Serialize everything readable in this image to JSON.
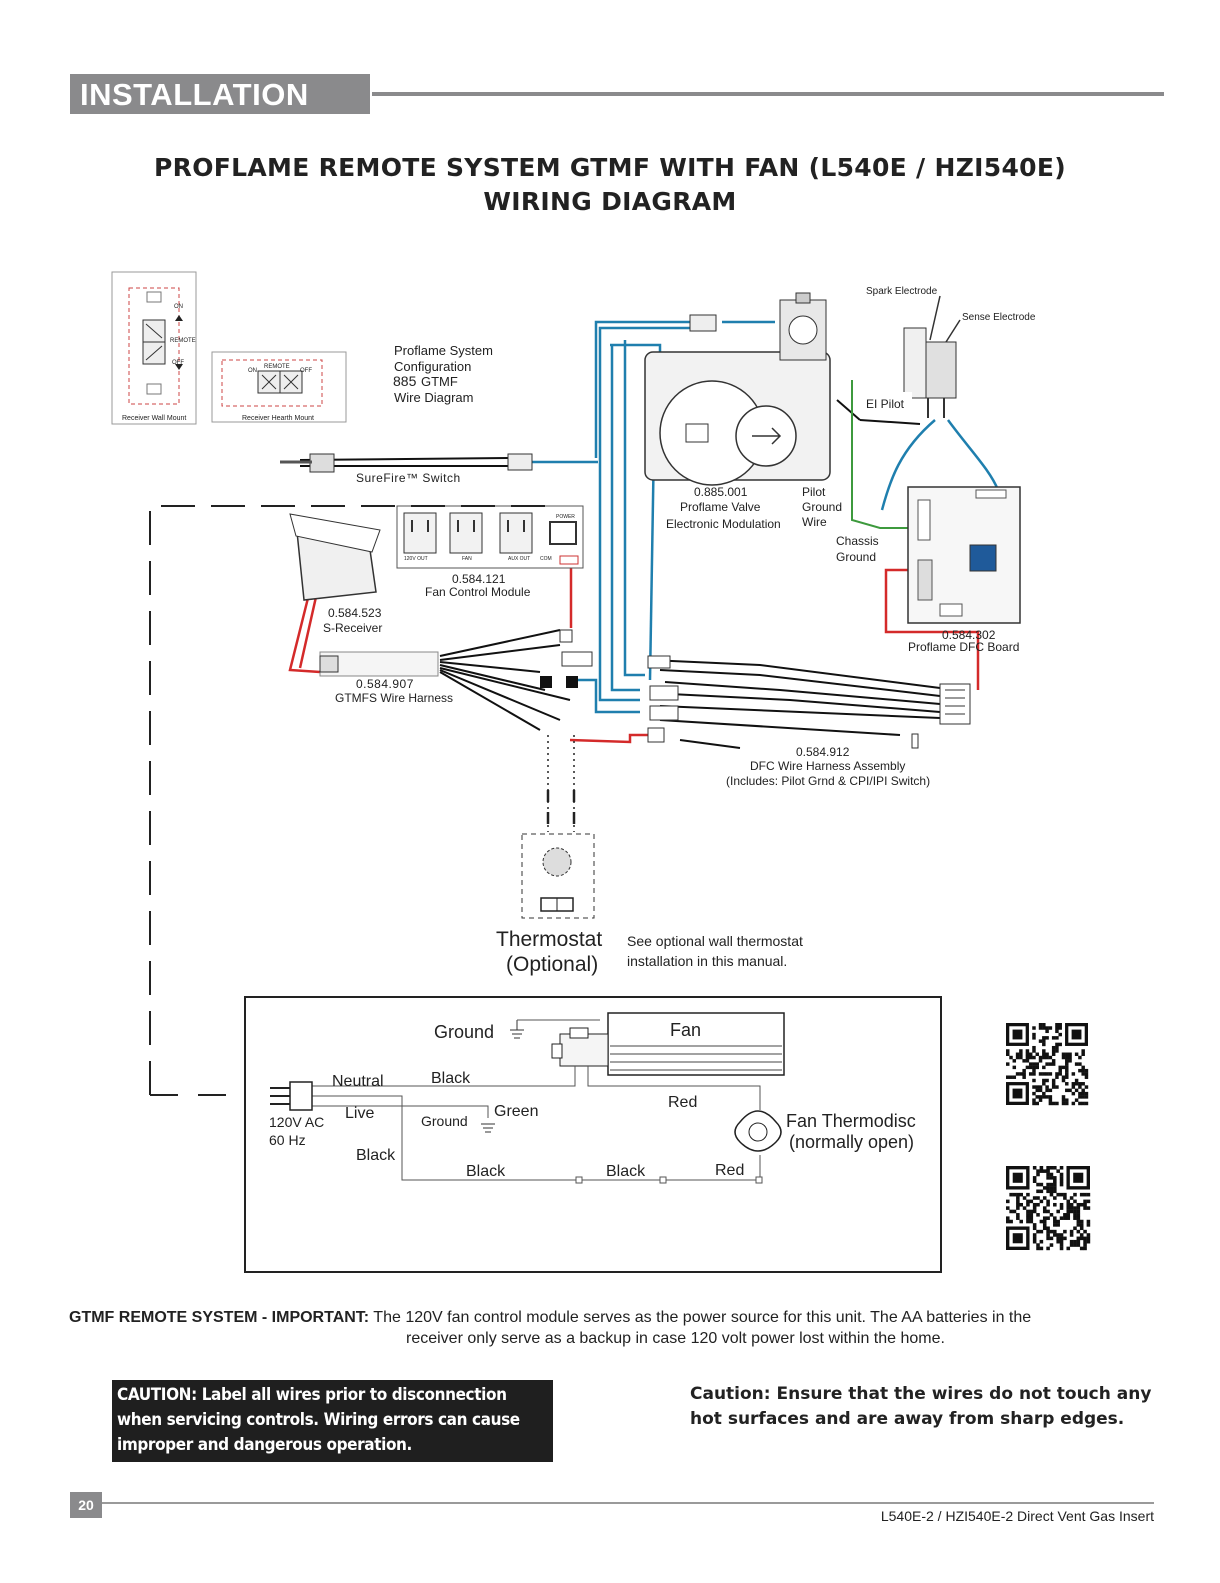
{
  "section": {
    "label": "INSTALLATION"
  },
  "title": {
    "line1": "PROFLAME REMOTE SYSTEM GTMF WITH FAN (L540E / HZI540E)",
    "line2": "WIRING DIAGRAM"
  },
  "diagram": {
    "receiver_wall": {
      "caption": "Receiver Wall Mount",
      "on": "ON",
      "remote": "REMOTE",
      "off": "OFF"
    },
    "receiver_hearth": {
      "caption": "Receiver Hearth Mount",
      "on": "ON",
      "remote": "REMOTE",
      "off": "OFF"
    },
    "config_note": {
      "l1": "Proflame System",
      "l2": "Configuration",
      "code": "885",
      "l3": "GTMF",
      "l4": "Wire Diagram"
    },
    "surefire": "SureFire™ Switch",
    "valve": {
      "part": "0.885.001",
      "name": "Proflame Valve",
      "desc": "Electronic Modulation"
    },
    "pilot_ground": {
      "l1": "Pilot",
      "l2": "Ground",
      "l3": "Wire"
    },
    "chassis_ground": {
      "l1": "Chassis",
      "l2": "Ground"
    },
    "spark_electrode": "Spark Electrode",
    "sense_electrode": "Sense Electrode",
    "ei_pilot": "EI Pilot",
    "fan_module": {
      "part": "0.584.121",
      "name": "Fan Control Module",
      "out120": "120V OUT",
      "fan": "FAN",
      "aux": "AUX OUT",
      "com": "COM",
      "power": "POWER"
    },
    "s_receiver": {
      "part": "0.584.523",
      "name": "S-Receiver"
    },
    "dfc_board": {
      "part": "0.584.302",
      "name": "Proflame DFC Board"
    },
    "gtmfs_harness": {
      "part": "0.584.907",
      "name": "GTMFS Wire Harness"
    },
    "dfc_harness": {
      "part": "0.584.912",
      "name": "DFC Wire Harness Assembly",
      "includes": "(Includes: Pilot Grnd & CPI/IPI Switch)"
    },
    "thermostat": {
      "l1": "Thermostat",
      "l2": "(Optional)"
    },
    "thermostat_note": {
      "l1": "See optional wall thermostat",
      "l2": "installation in this manual."
    }
  },
  "fan_circuit": {
    "ground_top": "Ground",
    "fan": "Fan",
    "neutral": "Neutral",
    "black_top": "Black",
    "live": "Live",
    "ground_mid": "Ground",
    "green": "Green",
    "red_top": "Red",
    "ac_l1": "120V AC",
    "ac_l2": "60 Hz",
    "black_left": "Black",
    "black_b1": "Black",
    "black_b2": "Black",
    "red_bottom": "Red",
    "thermodisc_l1": "Fan Thermodisc",
    "thermodisc_l2": "(normally open)"
  },
  "important": {
    "label": "GTMF REMOTE SYSTEM - IMPORTANT:",
    "text1": "The 120V fan control module serves as the power source for this unit.  The AA batteries in the",
    "text2": "receiver only serve as a backup in case 120 volt power lost within the home."
  },
  "caution_box": {
    "l1": "CAUTION: Label all wires prior to disconnection",
    "l2": "when servicing controls. Wiring errors can cause",
    "l3": "improper and dangerous operation."
  },
  "caution_right": {
    "l1": "Caution: Ensure that the wires do not touch any",
    "l2": "hot surfaces and are away from sharp edges."
  },
  "footer": {
    "page": "20",
    "doc": "L540E-2 / HZI540E-2 Direct Vent Gas Insert"
  },
  "colors": {
    "header_gray": "#8a8a8c",
    "wire_blue": "#1f7fae",
    "wire_red": "#d42a2a",
    "wire_green": "#3d9a3d",
    "caution_bg": "#1f1f1f"
  }
}
